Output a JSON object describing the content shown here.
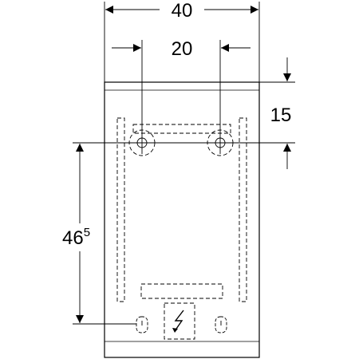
{
  "drawing": {
    "dimensions": {
      "total_width": "40",
      "hole_spacing": "20",
      "top_offset": "15",
      "height_main": "46",
      "height_sup": "5"
    },
    "symbols": {
      "power": "electrical-lightning-icon"
    }
  }
}
